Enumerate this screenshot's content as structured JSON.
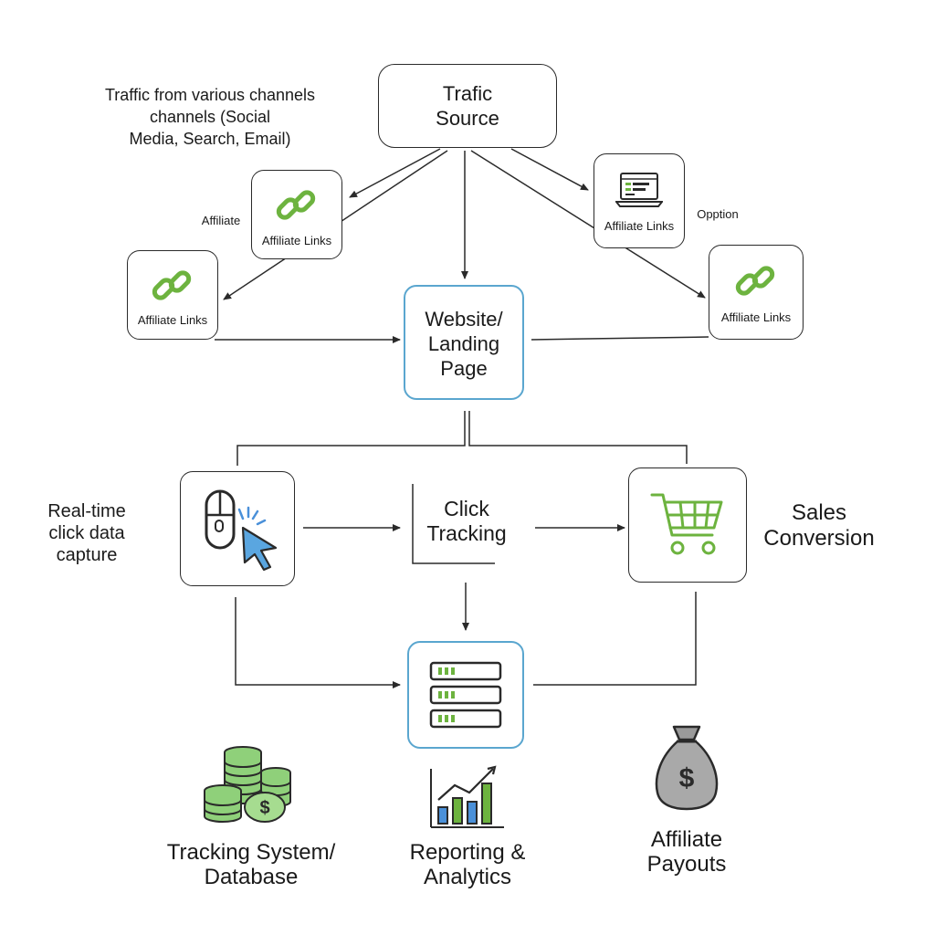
{
  "traffic_note": [
    "Traffic from various channels",
    "channels (Social",
    "Media, Search, Email)"
  ],
  "traffic_source": [
    "Trafic",
    "Source"
  ],
  "affiliate_links_label": "Affiliate Links",
  "side_label_affiliate": "Affiliate",
  "side_label_option": "Opption",
  "website_box": [
    "Website/",
    "Landing",
    "Page"
  ],
  "realtime_label": [
    "Real-time",
    "click data",
    "capture"
  ],
  "click_tracking": [
    "Click",
    "Tracking"
  ],
  "sales_conversion": [
    "Sales",
    "Conversion"
  ],
  "tracking_system": [
    "Tracking System/",
    "Database"
  ],
  "reporting": [
    "Reporting &",
    "Analytics"
  ],
  "payouts": [
    "Affiliate",
    "Payouts"
  ],
  "colors": {
    "green": "#6db33f",
    "blue": "#4a90d9",
    "box_border": "#2a2a2a",
    "accent_border": "#5aa6cf",
    "gray_bag": "#9a9a9a"
  }
}
